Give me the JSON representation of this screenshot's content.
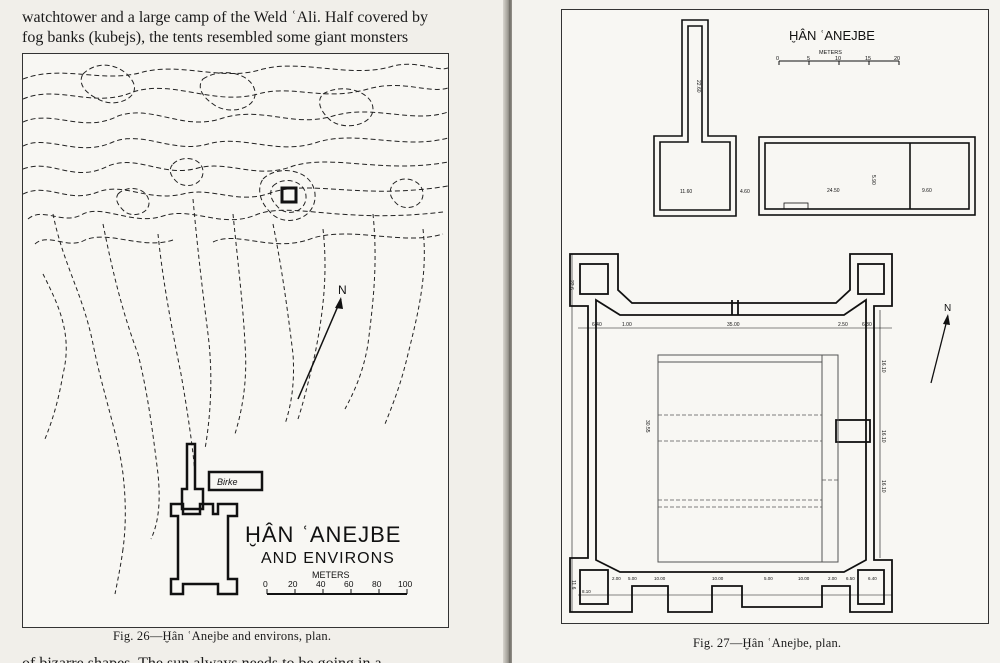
{
  "left_page": {
    "text_top": {
      "line1": "watchtower and a large camp of the Weld ʿAli. Half covered by",
      "line2": "fog banks (kubejs), the tents resembled some giant monsters"
    },
    "text_bottom": "of bizarre shapes. The sun always needs to be going in a",
    "figure": {
      "title": "ḪÂN ʿANEJBE",
      "subtitle": "AND ENVIRONS",
      "scale_label": "METERS",
      "scale_ticks": [
        "0",
        "20",
        "40",
        "60",
        "80",
        "100"
      ],
      "north_label": "N",
      "pool_label": "Birke"
    },
    "caption": "Fig. 26—Ḫân ʿAnejbe and environs, plan."
  },
  "right_page": {
    "figure": {
      "title": "ḪÂN ʿANEJBE",
      "scale_label": "METERS",
      "scale_ticks": [
        "0",
        "5",
        "10",
        "15",
        "20"
      ],
      "north_label": "N",
      "dimensions": {
        "tower_shaft": "22.60",
        "tower_base": "11.60",
        "gap": "4.60",
        "birke_length": "24.50",
        "birke_right": "9.60",
        "birke_side": "5.90",
        "top_left_vert": "22.6",
        "col_6_40": "6.40",
        "col_1_00": "1.00",
        "span_35": "35.00",
        "col_2_50": "2.50",
        "col_6_30": "6.30",
        "right_vert_a": "16.10",
        "right_vert_b": "16.10",
        "right_vert_c": "16.10",
        "left_vert_a": "30.55",
        "left_vert_b": "11.6",
        "bottom_left": "8.10",
        "b1": "2.00",
        "b2": "5.00",
        "b3": "10.00",
        "b4": "10.00",
        "b5": "5.00",
        "b6": "10.00",
        "b7": "2.00",
        "b8": "6.50",
        "b9": "6.40"
      }
    },
    "caption": "Fig. 27—Ḫân ʿAnejbe, plan."
  }
}
